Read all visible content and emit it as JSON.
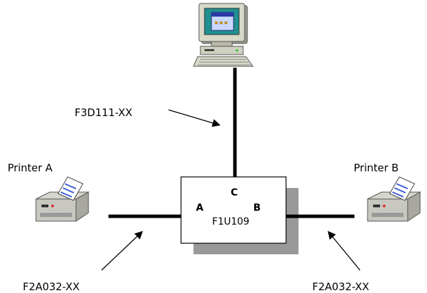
{
  "computer": {
    "icon": "desktop-computer-icon"
  },
  "switch_box": {
    "port_a": "A",
    "port_b": "B",
    "port_c": "C",
    "model": "F1U109"
  },
  "printers": {
    "a": {
      "label": "Printer A",
      "icon": "printer-icon"
    },
    "b": {
      "label": "Printer B",
      "icon": "printer-icon"
    }
  },
  "cables": {
    "computer_cable": "F3D111-XX",
    "printer_a_cable": "F2A032-XX",
    "printer_b_cable": "F2A032-XX"
  }
}
